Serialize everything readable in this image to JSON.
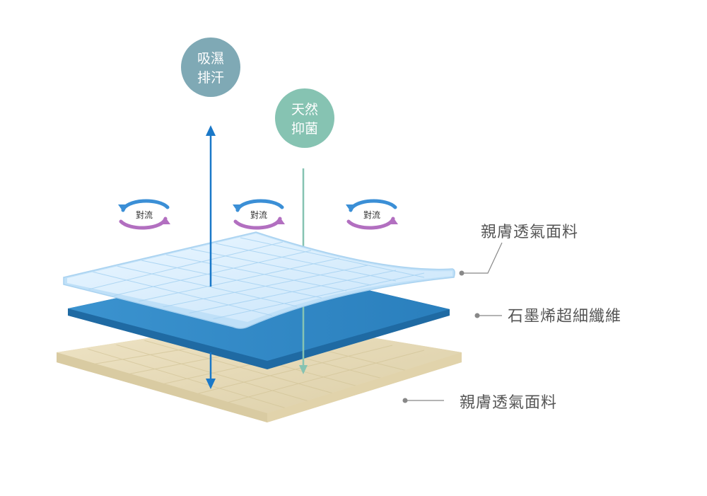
{
  "bubbles": [
    {
      "line1": "吸濕",
      "line2": "排汗",
      "color": "#7fa9b5"
    },
    {
      "line1": "天然",
      "line2": "抑菌",
      "color": "#86c3b2"
    }
  ],
  "convection": [
    "對流",
    "對流",
    "對流"
  ],
  "layers": [
    {
      "label": "親膚透氣面料",
      "color": "#d6ecfb"
    },
    {
      "label": "石墨烯超細纖維",
      "color": "#2e86c1"
    },
    {
      "label": "親膚透氣面料",
      "color": "#e8dcba"
    }
  ],
  "colors": {
    "arrow_blue": "#1a78c8",
    "arrow_green": "#86c3b2",
    "leader_line": "#888888",
    "convection_blue": "#3b8fd6",
    "convection_purple": "#b26fc0"
  }
}
